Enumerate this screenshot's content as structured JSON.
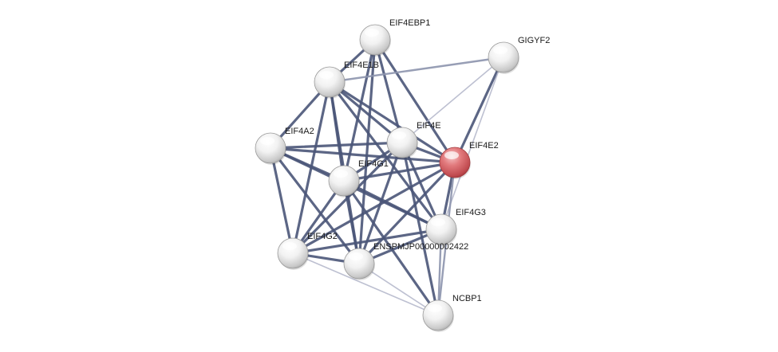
{
  "network": {
    "nodes": [
      {
        "id": "EIF4EBP1",
        "label": "EIF4EBP1",
        "highlight": false
      },
      {
        "id": "GIGYF2",
        "label": "GIGYF2",
        "highlight": false
      },
      {
        "id": "EIF4E1B",
        "label": "EIF4E1B",
        "highlight": false
      },
      {
        "id": "EIF4A2",
        "label": "EIF4A2",
        "highlight": false
      },
      {
        "id": "EIF4E",
        "label": "EIF4E",
        "highlight": false
      },
      {
        "id": "EIF4E2",
        "label": "EIF4E2",
        "highlight": true
      },
      {
        "id": "EIF4G1",
        "label": "EIF4G1",
        "highlight": false
      },
      {
        "id": "EIF4G3",
        "label": "EIF4G3",
        "highlight": false
      },
      {
        "id": "EIF4G2",
        "label": "EIF4G2",
        "highlight": false
      },
      {
        "id": "ENSPMJP00000002422",
        "label": "ENSPMJP00000002422",
        "highlight": false
      },
      {
        "id": "NCBP1",
        "label": "NCBP1",
        "highlight": false
      }
    ],
    "edges": [
      [
        "EIF4EBP1",
        "EIF4E1B",
        "strong"
      ],
      [
        "EIF4EBP1",
        "EIF4E",
        "strong"
      ],
      [
        "EIF4EBP1",
        "EIF4E2",
        "strong"
      ],
      [
        "EIF4EBP1",
        "EIF4G1",
        "strong"
      ],
      [
        "EIF4EBP1",
        "ENSPMJP00000002422",
        "strong"
      ],
      [
        "GIGYF2",
        "EIF4E1B",
        "medium"
      ],
      [
        "GIGYF2",
        "EIF4E",
        "light"
      ],
      [
        "GIGYF2",
        "EIF4E2",
        "strong"
      ],
      [
        "GIGYF2",
        "EIF4G3",
        "light"
      ],
      [
        "EIF4E1B",
        "EIF4A2",
        "strong"
      ],
      [
        "EIF4E1B",
        "EIF4E",
        "strong"
      ],
      [
        "EIF4E1B",
        "EIF4E2",
        "strong"
      ],
      [
        "EIF4E1B",
        "EIF4G1",
        "strong"
      ],
      [
        "EIF4E1B",
        "EIF4G3",
        "strong"
      ],
      [
        "EIF4E1B",
        "EIF4G2",
        "strong"
      ],
      [
        "EIF4E1B",
        "ENSPMJP00000002422",
        "strong"
      ],
      [
        "EIF4A2",
        "EIF4E",
        "strong"
      ],
      [
        "EIF4A2",
        "EIF4E2",
        "strong"
      ],
      [
        "EIF4A2",
        "EIF4G1",
        "strong"
      ],
      [
        "EIF4A2",
        "EIF4G3",
        "strong"
      ],
      [
        "EIF4A2",
        "EIF4G2",
        "strong"
      ],
      [
        "EIF4A2",
        "ENSPMJP00000002422",
        "strong"
      ],
      [
        "EIF4E",
        "EIF4E2",
        "strong"
      ],
      [
        "EIF4E",
        "EIF4G1",
        "strong"
      ],
      [
        "EIF4E",
        "EIF4G3",
        "strong"
      ],
      [
        "EIF4E",
        "EIF4G2",
        "strong"
      ],
      [
        "EIF4E",
        "ENSPMJP00000002422",
        "strong"
      ],
      [
        "EIF4E",
        "NCBP1",
        "strong"
      ],
      [
        "EIF4E2",
        "EIF4G1",
        "strong"
      ],
      [
        "EIF4E2",
        "EIF4G3",
        "strong"
      ],
      [
        "EIF4E2",
        "EIF4G2",
        "strong"
      ],
      [
        "EIF4E2",
        "ENSPMJP00000002422",
        "strong"
      ],
      [
        "EIF4E2",
        "NCBP1",
        "medium"
      ],
      [
        "EIF4G1",
        "EIF4G3",
        "strong"
      ],
      [
        "EIF4G1",
        "EIF4G2",
        "strong"
      ],
      [
        "EIF4G1",
        "ENSPMJP00000002422",
        "strong"
      ],
      [
        "EIF4G1",
        "NCBP1",
        "strong"
      ],
      [
        "EIF4G3",
        "EIF4G2",
        "strong"
      ],
      [
        "EIF4G3",
        "ENSPMJP00000002422",
        "strong"
      ],
      [
        "EIF4G3",
        "NCBP1",
        "medium"
      ],
      [
        "EIF4G2",
        "ENSPMJP00000002422",
        "strong"
      ],
      [
        "EIF4G2",
        "NCBP1",
        "light"
      ],
      [
        "ENSPMJP00000002422",
        "NCBP1",
        "light"
      ]
    ]
  },
  "colors": {
    "edge_strong": "#4a5578",
    "edge_medium": "#8c93ad",
    "edge_light": "#b6b9cc",
    "node_fill": "#e8e8e8",
    "node_highlight": "#d25a5e",
    "label": "#1a1a1a"
  }
}
